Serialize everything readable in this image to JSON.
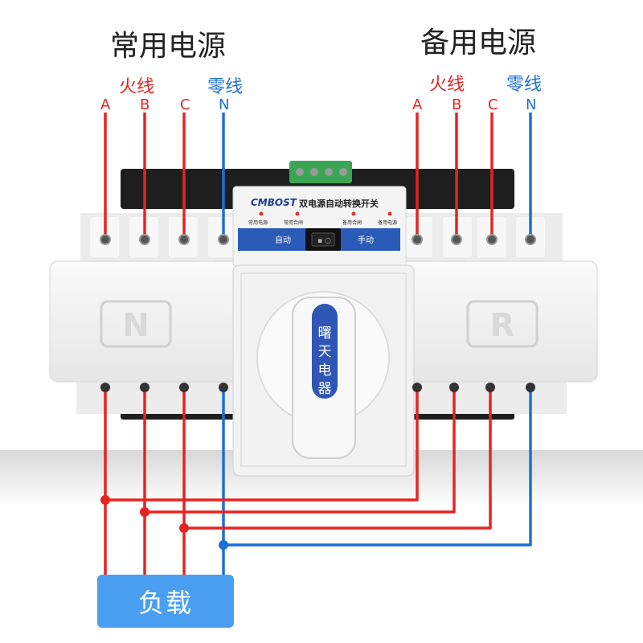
{
  "titles": {
    "primary": "常用电源",
    "backup": "备用电源"
  },
  "labels": {
    "live": "火线",
    "neutral": "零线"
  },
  "phases": {
    "left": [
      "A",
      "B",
      "C",
      "N"
    ],
    "right": [
      "A",
      "B",
      "C",
      "N"
    ]
  },
  "device": {
    "brand": "CMBOST",
    "name": "双电源自动转换开关",
    "indicators": [
      "常用电源",
      "常用合闸",
      "备用合闸",
      "备用电源"
    ],
    "mode_auto": "自动",
    "mode_manual": "手动",
    "side_left": "N",
    "side_right": "R",
    "handle_text": [
      "曙",
      "天",
      "电",
      "器"
    ]
  },
  "load": "负载",
  "colors": {
    "live": "#e52421",
    "neutral": "#1d6fd6",
    "load_box": "#4a9ff0",
    "device_body": "#f1f1f1"
  }
}
